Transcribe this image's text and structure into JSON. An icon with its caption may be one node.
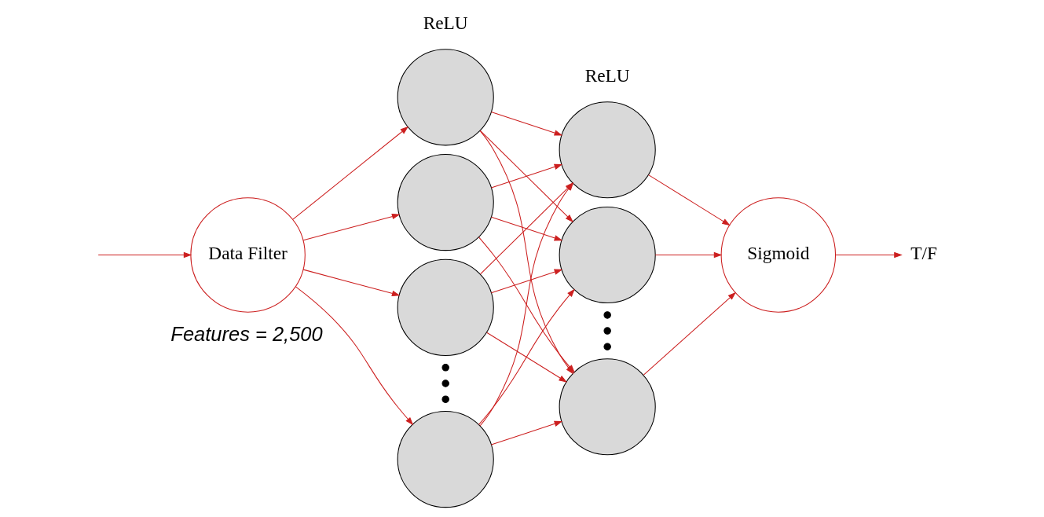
{
  "diagram": {
    "nodes": [
      {
        "text": [
          "Data Filter"
        ]
      },
      {
        "text": [],
        "shape": "circle"
      },
      {
        "text": [],
        "shape": "circle"
      },
      {
        "text": [],
        "shape": "circle"
      },
      {
        "text": [],
        "shape": "circle"
      },
      {
        "text": [],
        "shape": "circle"
      },
      {
        "text": [],
        "shape": "circle"
      },
      {
        "text": [],
        "shape": "circle"
      },
      {
        "text": [
          "Sigmoid"
        ]
      },
      {
        "text": [
          "T/F"
        ]
      }
    ],
    "edges": [
      {
        "from": null,
        "to": 0,
        "arrow": "to"
      },
      {
        "from": 0,
        "to": 1,
        "arrow": "to"
      },
      {
        "from": 0,
        "to": 2,
        "arrow": "to"
      },
      {
        "from": 0,
        "to": 3,
        "arrow": "to"
      },
      {
        "from": 0,
        "to": 4,
        "arrow": "to"
      },
      {
        "from": 1,
        "to": 5,
        "arrow": "to"
      },
      {
        "from": 1,
        "to": 6,
        "arrow": "to"
      },
      {
        "from": 1,
        "to": 7,
        "arrow": "to"
      },
      {
        "from": 2,
        "to": 5,
        "arrow": "to"
      },
      {
        "from": 2,
        "to": 6,
        "arrow": "to"
      },
      {
        "from": 2,
        "to": 7,
        "arrow": "to"
      },
      {
        "from": 3,
        "to": 5,
        "arrow": "to"
      },
      {
        "from": 3,
        "to": 6,
        "arrow": "to"
      },
      {
        "from": 3,
        "to": 7,
        "arrow": "to"
      },
      {
        "from": 4,
        "to": 5,
        "arrow": "to"
      },
      {
        "from": 4,
        "to": 6,
        "arrow": "to"
      },
      {
        "from": 4,
        "to": 7,
        "arrow": "to"
      },
      {
        "from": 5,
        "to": 8,
        "arrow": "to"
      },
      {
        "from": 6,
        "to": 8,
        "arrow": "to"
      },
      {
        "from": 7,
        "to": 8,
        "arrow": "to"
      },
      {
        "from": 8,
        "to": 9,
        "arrow": "to"
      }
    ],
    "labels": [
      "ReLU",
      "ReLU",
      "Features = 2,500"
    ]
  }
}
